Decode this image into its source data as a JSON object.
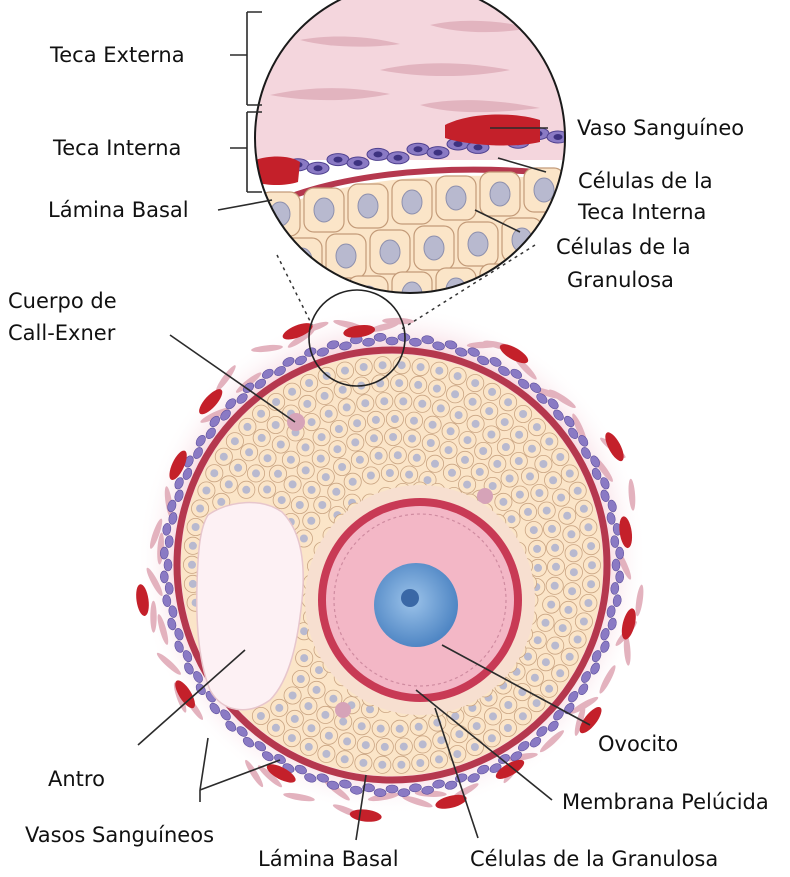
{
  "labels": {
    "teca_externa": "Teca Externa",
    "teca_interna": "Teca Interna",
    "lamina_basal_top": "Lámina Basal",
    "vaso_sanguineo": "Vaso Sanguíneo",
    "celulas_teca_1": "Células de la",
    "celulas_teca_2": "Teca Interna",
    "celulas_granulosa_top_1": "Células de la",
    "celulas_granulosa_top_2": "Granulosa",
    "cuerpo_call_exner_1": "Cuerpo de",
    "cuerpo_call_exner_2": "Call-Exner",
    "antro": "Antro",
    "ovocito": "Ovocito",
    "membrana_pelucida": "Membrana Pelúcida",
    "vasos_sanguineos": "Vasos Sanguíneos",
    "lamina_basal_bottom": "Lámina Basal",
    "celulas_granulosa_bottom": "Células de la Granulosa"
  },
  "colors": {
    "stroma": "#f3cbd6",
    "theca_interna_cells": "#8a7ac4",
    "basal_lamina": "#b5384e",
    "blood_vessel": "#c4202a",
    "granulosa_cell": "#fbe5c8",
    "granulosa_nucleus": "#b8b9cf",
    "oocyte_cytoplasm": "#f3b7c6",
    "zona_pellucida": "#c83a55",
    "oocyte_nucleus": "#6f9ed3"
  }
}
